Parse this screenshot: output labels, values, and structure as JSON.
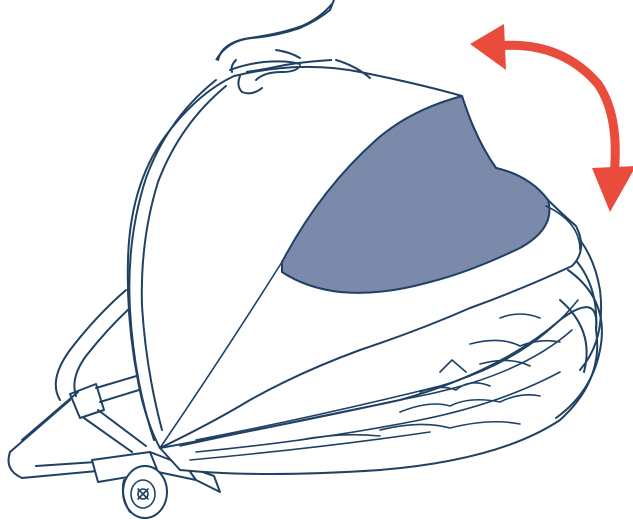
{
  "illustration": {
    "subject": "folding-canopy-stroller",
    "colors": {
      "line": "#1f4163",
      "canopy_window": "#7b8aaa",
      "arrow": "#e94b3c",
      "background": "#ffffff"
    },
    "arrow": {
      "kind": "double-headed-curved",
      "meaning": "rotate-canopy"
    }
  }
}
